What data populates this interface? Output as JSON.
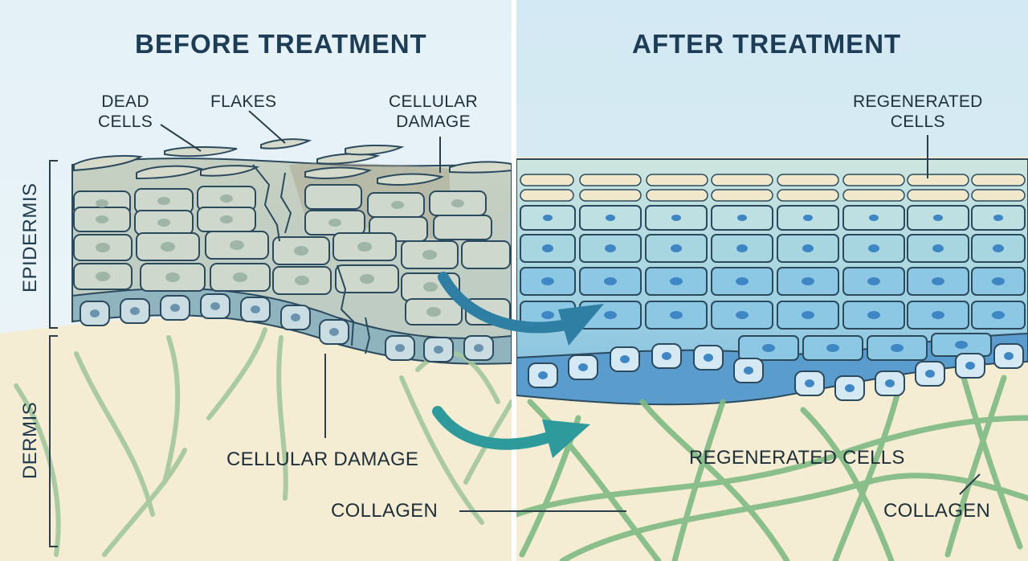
{
  "panels": {
    "before": {
      "title": "BEFORE TREATMENT"
    },
    "after": {
      "title": "AFTER TREATMENT"
    }
  },
  "labels": {
    "dead_cells": "DEAD\nCELLS",
    "flakes": "FLAKES",
    "cellular_damage_top": "CELLULAR\nDAMAGE",
    "regenerated_cells_top": "REGENERATED\nCELLS",
    "cellular_damage_bottom": "CELLULAR DAMAGE",
    "regenerated_cells_bottom": "REGENERATED CELLS",
    "collagen_left": "COLLAGEN",
    "collagen_right": "COLLAGEN"
  },
  "layers": {
    "epidermis": "EPIDERMIS",
    "dermis": "DERMIS"
  },
  "colors": {
    "dermis_fill": "#f4ecd3",
    "before_epidermis": "#c9d6c9",
    "after_epidermis": "#a9d4e0",
    "basal_before": "#7fa9b8",
    "basal_after": "#4a8fc8",
    "collagen": "#8fbf8a",
    "arrow": "#2f8aa0",
    "title": "#1d3d56"
  }
}
